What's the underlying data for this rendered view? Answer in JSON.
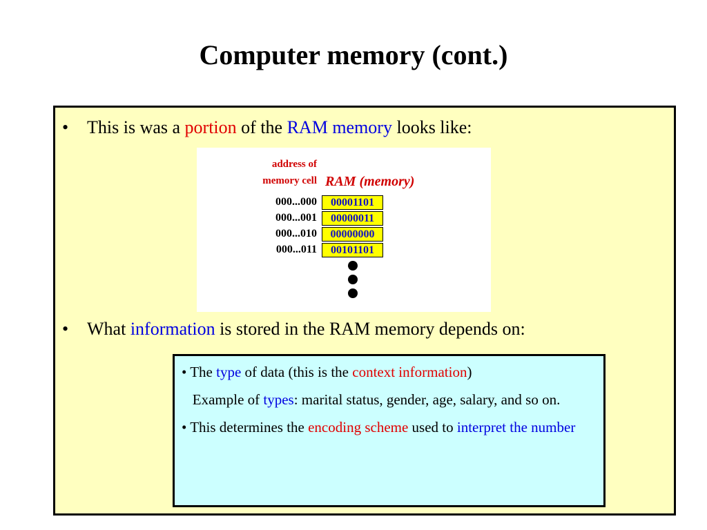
{
  "title": "Computer memory (cont.)",
  "bullet_char": "•",
  "bullet1": {
    "t1": "This is was a ",
    "t2": "portion",
    "t3": " of the ",
    "t4": "RAM memory",
    "t5": " looks like:"
  },
  "figure": {
    "address_label_line1": "address of",
    "address_label_line2": "memory cell",
    "ram_label": "RAM (memory)",
    "addresses": [
      "000...000",
      "000...001",
      "000...010",
      "000...011"
    ],
    "cells": [
      "00001101",
      "00000011",
      "00000000",
      "00101101"
    ]
  },
  "bullet2": {
    "t1": "What ",
    "t2": "information",
    "t3": " is stored in the RAM memory depends on:"
  },
  "info": {
    "line1": {
      "t1": "• The ",
      "t2": "type",
      "t3": " of data (this is the ",
      "t4": "context information",
      "t5": ")"
    },
    "line2": {
      "t1": "   Example of ",
      "t2": "types",
      "t3": ": marital status, gender, age, salary, and so on."
    },
    "line3": {
      "t1": "• This determines the ",
      "t2": "encoding scheme",
      "t3": " used to ",
      "t4": "interpret the number"
    }
  },
  "colors": {
    "content_bg": "#ffffc0",
    "info_bg": "#ccffff",
    "highlight_red": "#e00000",
    "highlight_blue": "#0000e0",
    "cell_fill": "#ffff00"
  }
}
